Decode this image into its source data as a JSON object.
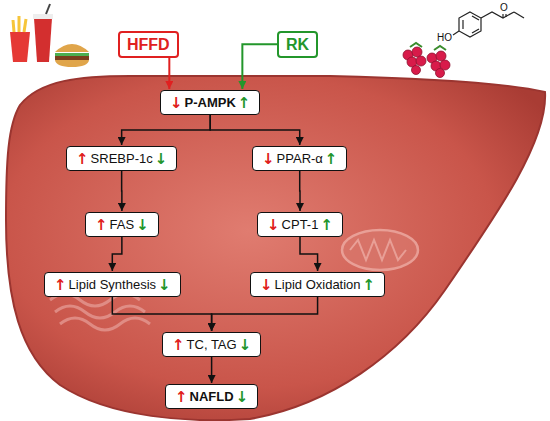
{
  "diagram": {
    "nodes": [
      {
        "text": [
          "HFFD"
        ]
      },
      {
        "text": [
          "RK"
        ]
      },
      {
        "text": [
          "↓",
          "P-AMPK",
          "↑"
        ]
      },
      {
        "text": [
          "↑",
          "SREBP-1c",
          "↓"
        ]
      },
      {
        "text": [
          "↓",
          "PPAR-α",
          "↑"
        ]
      },
      {
        "text": [
          "↑",
          "FAS",
          "↓"
        ]
      },
      {
        "text": [
          "↓",
          "CPT-1",
          "↑"
        ]
      },
      {
        "text": [
          "↑",
          "Lipid Synthesis",
          "↓"
        ]
      },
      {
        "text": [
          "↓",
          "Lipid Oxidation",
          "↑"
        ]
      },
      {
        "text": [
          "↑",
          "TC, TAG",
          "↓"
        ]
      },
      {
        "text": [
          "↑",
          "NAFLD",
          "↓"
        ]
      }
    ],
    "edges": [
      {
        "from": 0,
        "to": 2,
        "arrow": "to"
      },
      {
        "from": 1,
        "to": 2,
        "arrow": "to"
      },
      {
        "from": 2,
        "to": 3,
        "arrow": "to"
      },
      {
        "from": 2,
        "to": 4,
        "arrow": "to"
      },
      {
        "from": 3,
        "to": 5,
        "arrow": "to"
      },
      {
        "from": 4,
        "to": 6,
        "arrow": "to"
      },
      {
        "from": 5,
        "to": 7,
        "arrow": "to"
      },
      {
        "from": 6,
        "to": 8,
        "arrow": "to"
      },
      {
        "from": 7,
        "to": 9,
        "arrow": "to"
      },
      {
        "from": 8,
        "to": 9,
        "arrow": "to"
      },
      {
        "from": 9,
        "to": 10,
        "arrow": "to"
      }
    ],
    "labels": [
      "HO",
      "O"
    ]
  }
}
